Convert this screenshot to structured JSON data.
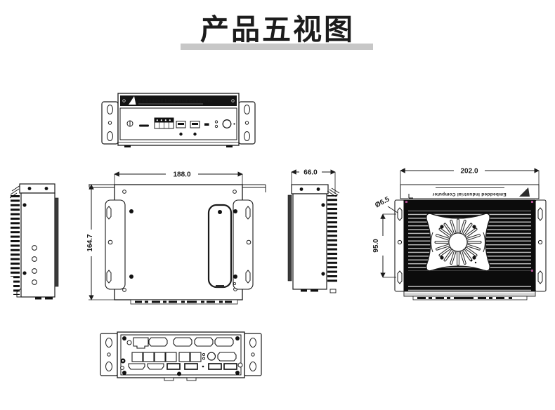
{
  "page": {
    "title": "产品五视图"
  },
  "brand": {
    "label": "Embedded Industrial Computer"
  },
  "dimensions": {
    "bottom_width": "188.0",
    "bottom_height": "164.7",
    "side_depth": "66.0",
    "top_width": "202.0",
    "hole_diameter": "Ø6.5",
    "hole_spacing": "95.0"
  },
  "colors": {
    "ink": "#1a1a1a",
    "title_underline": "#c7c7c7",
    "heatsink_black": "#0c0c0c",
    "stripe_gray": "#bdbdbd"
  }
}
